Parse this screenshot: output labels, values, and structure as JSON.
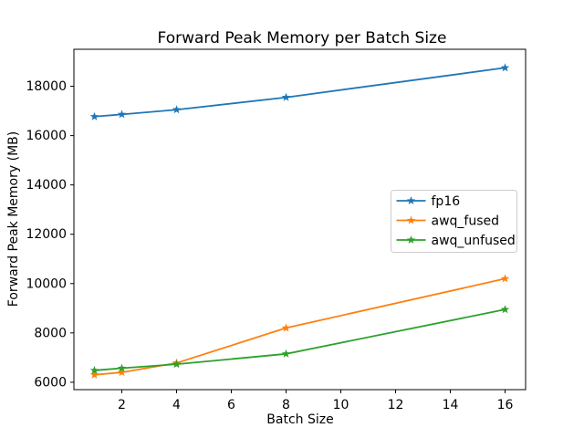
{
  "chart_data": {
    "type": "line",
    "title": "Forward Peak Memory per Batch Size",
    "xlabel": "Batch Size",
    "ylabel": "Forward Peak Memory (MB)",
    "x": [
      1,
      2,
      4,
      8,
      16
    ],
    "series": [
      {
        "name": "fp16",
        "color": "#1f77b4",
        "marker": "star",
        "values": [
          16770,
          16860,
          17050,
          17550,
          18750
        ]
      },
      {
        "name": "awq_fused",
        "color": "#ff7f0e",
        "marker": "star",
        "values": [
          6300,
          6400,
          6780,
          8200,
          10200
        ]
      },
      {
        "name": "awq_unfused",
        "color": "#2ca02c",
        "marker": "star",
        "values": [
          6480,
          6570,
          6730,
          7150,
          8950
        ]
      }
    ],
    "xticks": [
      2,
      4,
      6,
      8,
      10,
      12,
      14,
      16
    ],
    "yticks": [
      6000,
      8000,
      10000,
      12000,
      14000,
      16000,
      18000
    ],
    "xlim": [
      0.25,
      16.75
    ],
    "ylim": [
      5700,
      19500
    ],
    "grid": false,
    "legend": {
      "position": "center right",
      "entries": [
        "fp16",
        "awq_fused",
        "awq_unfused"
      ]
    },
    "axis_color": "#000000",
    "background_color": "#ffffff"
  }
}
